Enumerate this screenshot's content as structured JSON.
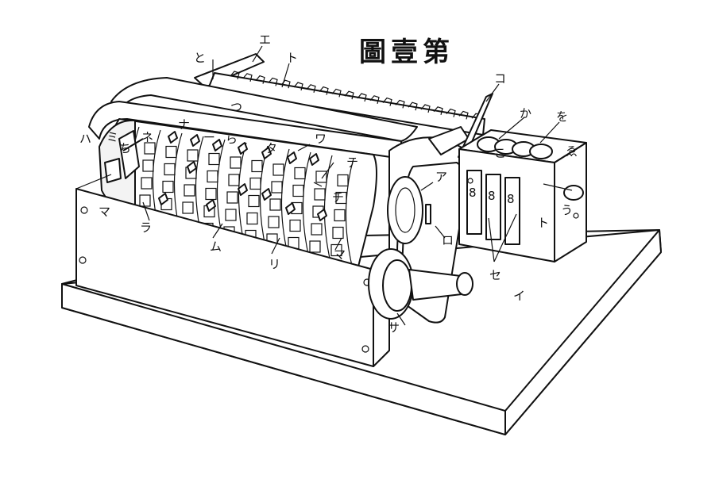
{
  "title": "圖壹第",
  "labels": {
    "e": "エ",
    "to_h": "と",
    "to_k": "ト",
    "tsu": "つ",
    "ko": "コ",
    "ka": "か",
    "wo": "を",
    "na": "ナ",
    "ne": "ネ",
    "ni": "ニ",
    "ra_h": "ら",
    "wa": "ワ",
    "ha": "ハ",
    "mi": "ミ",
    "chi_h": "ち",
    "ta": "タ",
    "te": "テ",
    "chi_k": "チ",
    "a": "ア",
    "ma_l": "マ",
    "ma_r": "マ",
    "ra_k": "ラ",
    "mu": "ム",
    "ri": "リ",
    "ro": "ロ",
    "sa": "サ",
    "i": "イ",
    "se": "セ",
    "u": "う",
    "e_h": "ゑ",
    "ko_h": "こ",
    "to_k2": "ト"
  },
  "counter_digits": [
    "8",
    "8",
    "8"
  ]
}
